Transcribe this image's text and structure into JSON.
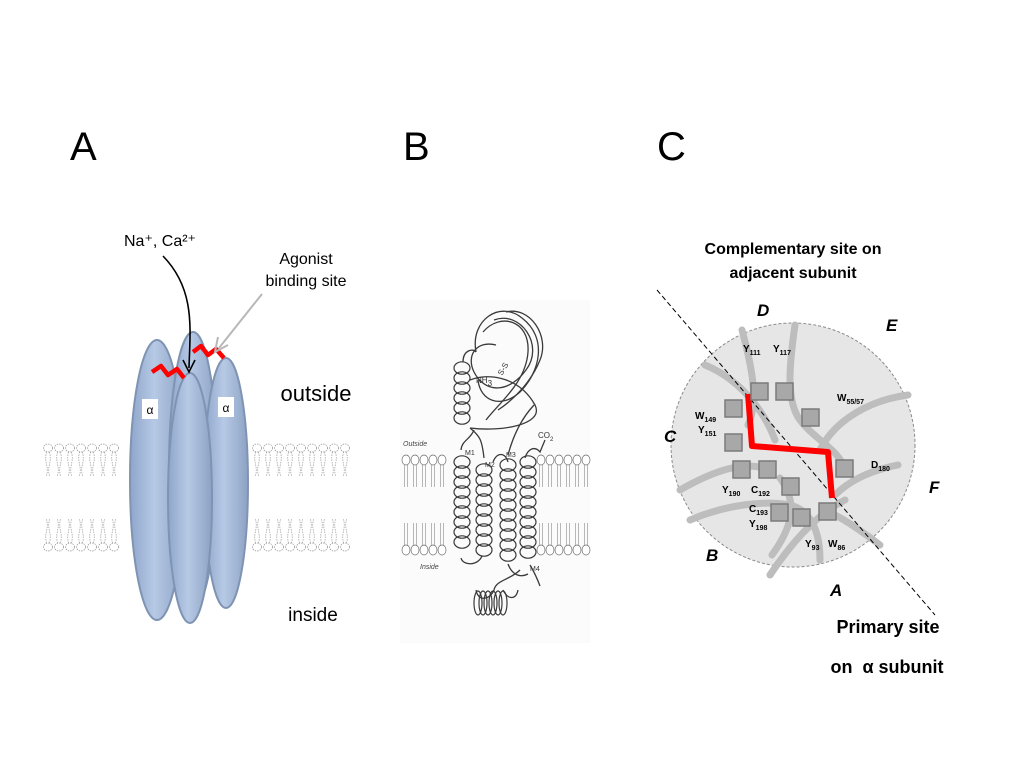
{
  "panels": {
    "a": {
      "letter": "A",
      "ions": "Na⁺, Ca²⁺",
      "agonist_line1": "Agonist",
      "agonist_line2": "binding site",
      "outside": "outside",
      "inside": "inside",
      "alpha_left": "α",
      "alpha_right": "α"
    },
    "b": {
      "letter": "B",
      "outside": "Outside",
      "inside": "Inside",
      "m1": "M1",
      "m2": "M2",
      "m3": "M3",
      "m4": "M4",
      "nh": "NH",
      "nh_sub": "3",
      "ss": "S-S",
      "co": "CO",
      "co_sub": "2"
    },
    "c": {
      "letter": "C",
      "comp_line1": "Complementary site on",
      "comp_line2": "adjacent subunit",
      "primary_line1": "Primary site",
      "primary_line2": "on  α subunit",
      "loops": {
        "a": "A",
        "b": "B",
        "c": "C",
        "d": "D",
        "e": "E",
        "f": "F"
      },
      "residues": {
        "y111": {
          "base": "Y",
          "sub": "111"
        },
        "y117": {
          "base": "Y",
          "sub": "117"
        },
        "w5557": {
          "base": "W",
          "sub": "55/57"
        },
        "w149": {
          "base": "W",
          "sub": "149"
        },
        "y151": {
          "base": "Y",
          "sub": "151"
        },
        "d180": {
          "base": "D",
          "sub": "180"
        },
        "y190": {
          "base": "Y",
          "sub": "190"
        },
        "c192": {
          "base": "C",
          "sub": "192"
        },
        "c193": {
          "base": "C",
          "sub": "193"
        },
        "y198": {
          "base": "Y",
          "sub": "198"
        },
        "y93": {
          "base": "Y",
          "sub": "93"
        },
        "w86": {
          "base": "W",
          "sub": "86"
        }
      }
    }
  },
  "colors": {
    "subunit_fill": "#a9bede",
    "subunit_stroke": "#7f93b3",
    "agonist_mark": "#ff0000",
    "site_disc": "#e6e6e6",
    "strand": "#bdbdbd",
    "residue_box": "#a8a8a8"
  }
}
